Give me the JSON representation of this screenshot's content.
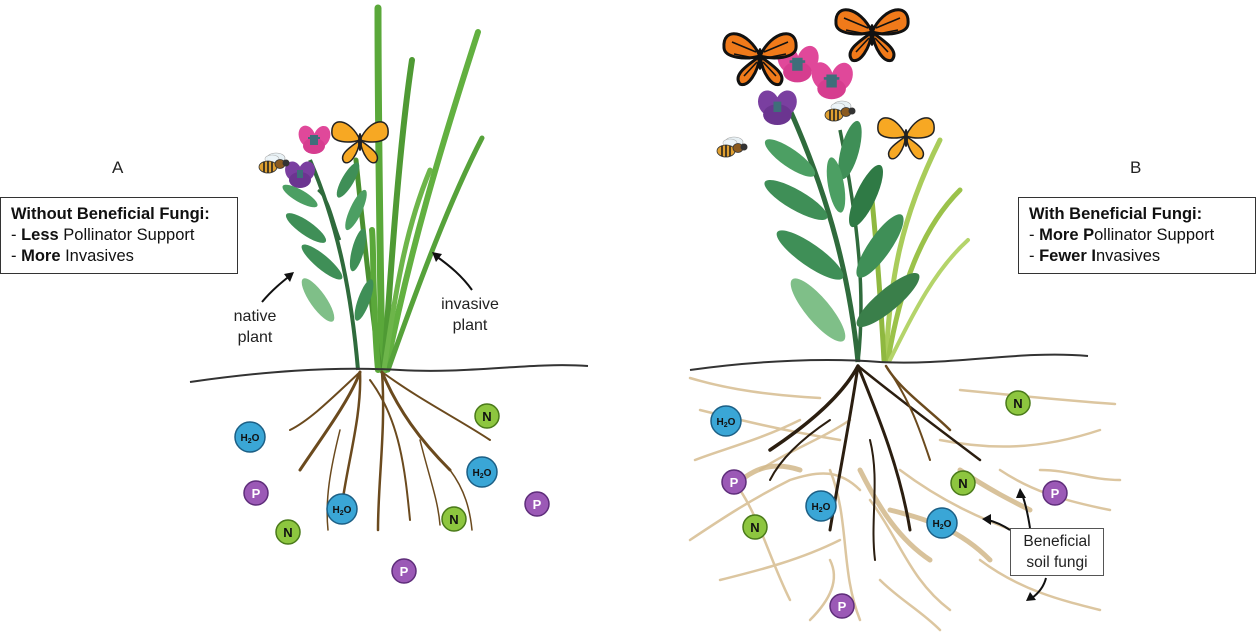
{
  "panels": {
    "a": {
      "letter": "A",
      "box_title": "Without Beneficial Fungi:",
      "lines": [
        {
          "prefix": "- ",
          "bold": "Less",
          "rest": " Pollinator Support"
        },
        {
          "prefix": "- ",
          "bold": "More",
          "rest": " Invasives"
        }
      ],
      "native_label": "native\nplant",
      "invasive_label": "invasive\nplant"
    },
    "b": {
      "letter": "B",
      "box_title": "With Beneficial Fungi:",
      "lines": [
        {
          "prefix": "- ",
          "bold": "More P",
          "rest": "ollinator Support"
        },
        {
          "prefix": "- ",
          "bold": "Fewer I",
          "rest": "nvasives"
        }
      ],
      "fungi_label": "Beneficial\nsoil fungi"
    }
  },
  "nutrients": {
    "water": "H2O",
    "nitrogen": "N",
    "phosphorus": "P"
  },
  "colors": {
    "water": "#3aa6d6",
    "nitrogen": "#8dc63f",
    "phosphorus": "#9b59b6",
    "fungi": "#dcc6a0",
    "native_leaf": "#3f8f57",
    "invasive_leaf": "#5aa83a",
    "root": "#6b4a1e",
    "ground": "#333333"
  }
}
